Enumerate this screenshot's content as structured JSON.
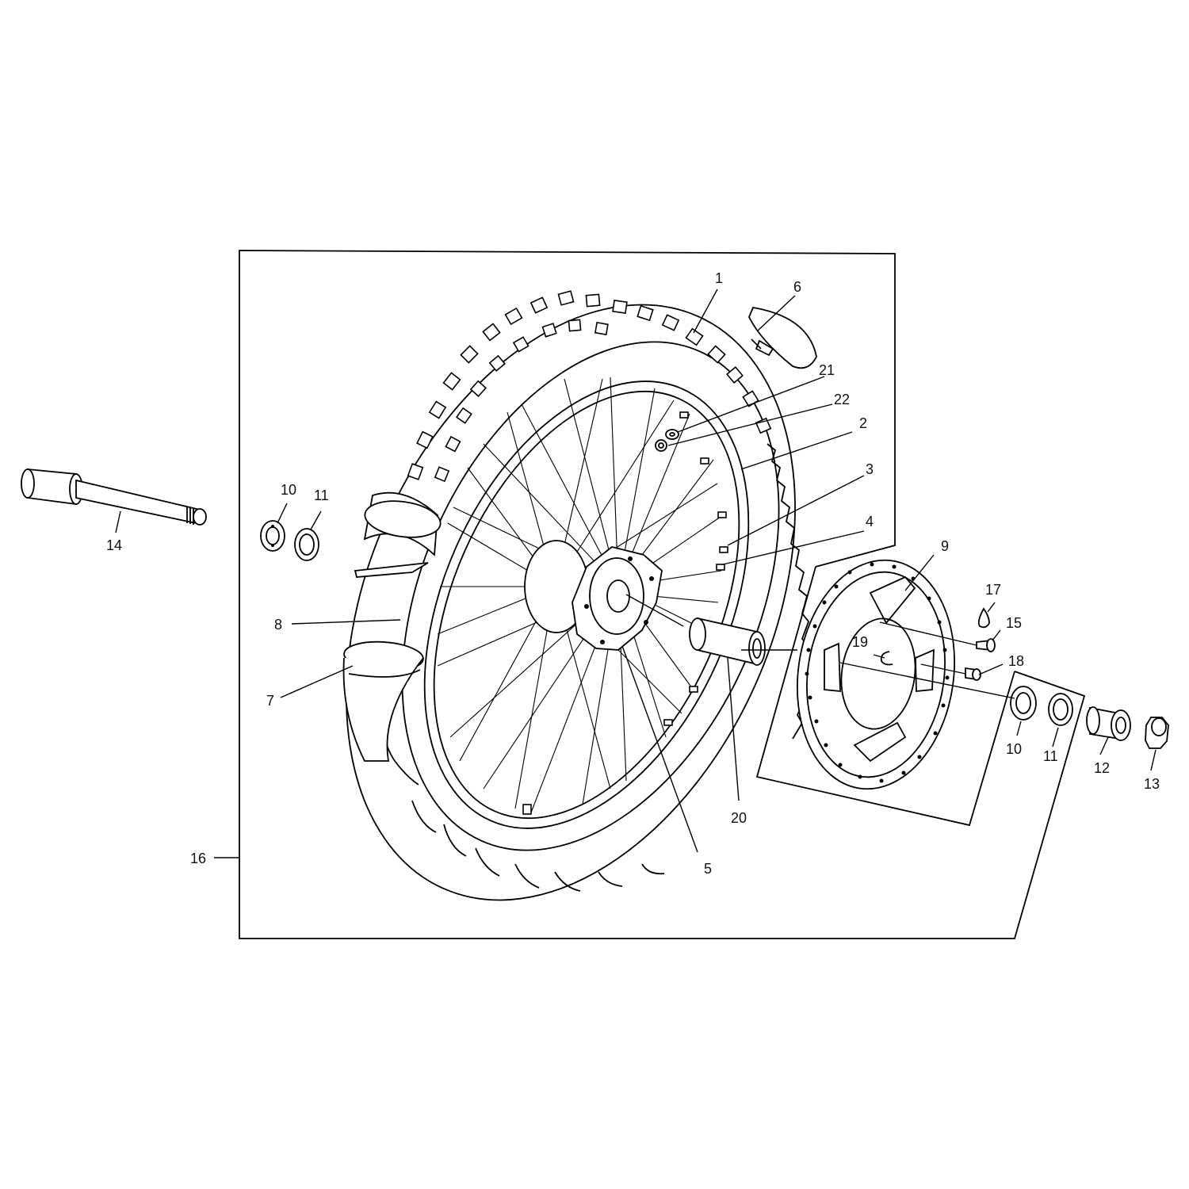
{
  "callouts": [
    {
      "id": "tyre",
      "label": "1"
    },
    {
      "id": "rim",
      "label": "2"
    },
    {
      "id": "spoke",
      "label": "3"
    },
    {
      "id": "nipple",
      "label": "4"
    },
    {
      "id": "hub",
      "label": "5"
    },
    {
      "id": "rim-lock",
      "label": "6"
    },
    {
      "id": "inner-tube",
      "label": "7"
    },
    {
      "id": "rim-band",
      "label": "8"
    },
    {
      "id": "brake-disc",
      "label": "9"
    },
    {
      "id": "bearing-right",
      "label": "10"
    },
    {
      "id": "seal-right",
      "label": "11"
    },
    {
      "id": "bearing-left",
      "label": "10"
    },
    {
      "id": "seal-left",
      "label": "11"
    },
    {
      "id": "spacer",
      "label": "12"
    },
    {
      "id": "axle-nut",
      "label": "13"
    },
    {
      "id": "axle",
      "label": "14"
    },
    {
      "id": "disc-screw",
      "label": "15"
    },
    {
      "id": "wheel-assembly",
      "label": "16"
    },
    {
      "id": "threadlock",
      "label": "17"
    },
    {
      "id": "disc-bushing",
      "label": "18"
    },
    {
      "id": "circlip",
      "label": "19"
    },
    {
      "id": "inner-spacer",
      "label": "20"
    },
    {
      "id": "washer",
      "label": "21"
    },
    {
      "id": "nut",
      "label": "22"
    }
  ]
}
